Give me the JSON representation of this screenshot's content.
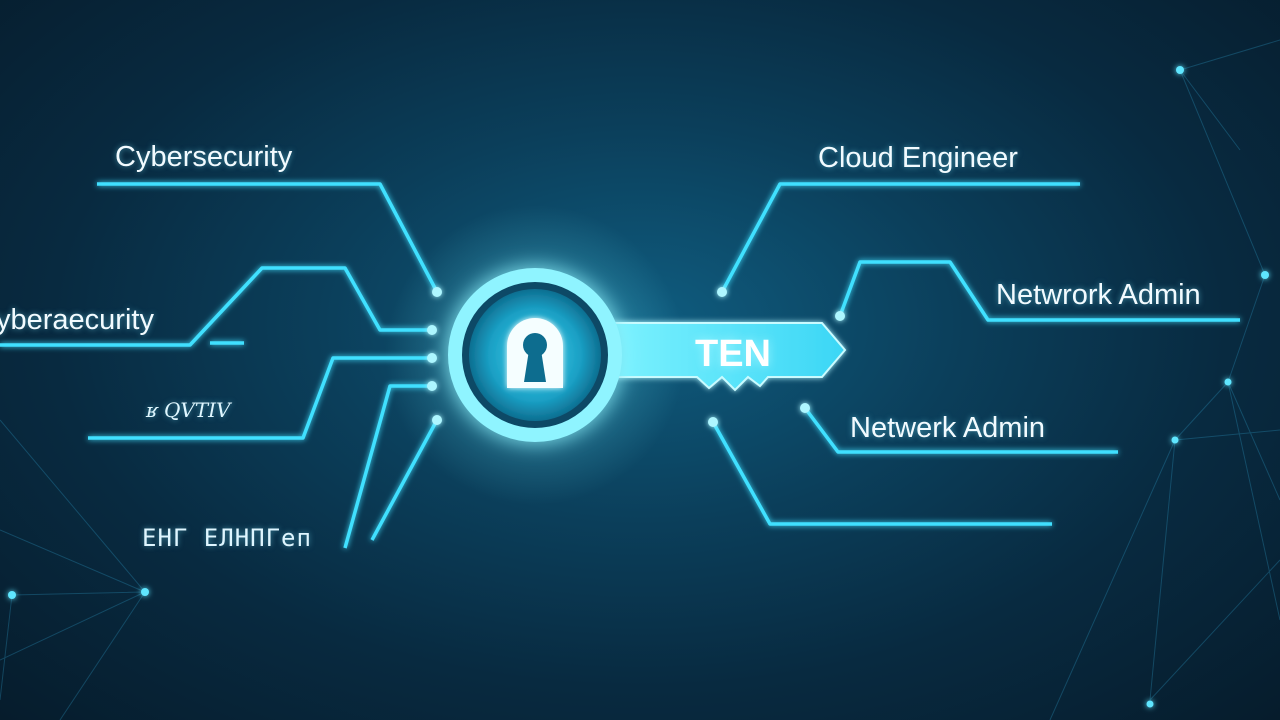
{
  "center_key": {
    "label": "TEN",
    "icon": "padlock-icon",
    "accent_color": "#3fe0ff"
  },
  "left_labels": [
    "Cybersecurity",
    "yberaecurity",
    "ʁ QVTIV",
    "ЕНГ ЕЛНПГеп"
  ],
  "right_labels": [
    "Cloud Engineer",
    "Netwrork Admin",
    "Netwerk Admin"
  ],
  "colors": {
    "background": "#082a40",
    "line": "#3fe0ff",
    "node": "#9af3ff"
  }
}
